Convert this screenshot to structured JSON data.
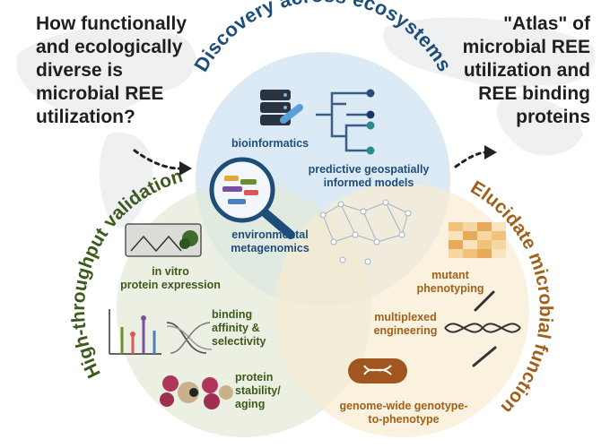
{
  "question": [
    "How functionally",
    "and ecologically",
    "diverse is",
    "microbial REE",
    "utilization?"
  ],
  "atlas": [
    "\"Atlas\" of",
    "microbial REE",
    "utilization and",
    "REE binding",
    "proteins"
  ],
  "circles": {
    "discovery": {
      "title": "Discovery across ecosystems",
      "color": "#1f4d7a",
      "fill": "#d6e6f5",
      "labels": {
        "bioinformatics": "bioinformatics",
        "predictive": [
          "predictive geospatially",
          "informed  models"
        ],
        "environmental": [
          "environmental",
          "metagenomics"
        ]
      }
    },
    "validation": {
      "title": "High-throughput validation",
      "color": "#3d5a1c",
      "fill": "#e2ead7",
      "labels": {
        "invitro": [
          "in vitro",
          "protein expression"
        ],
        "binding": [
          "binding",
          "affinity &",
          "selectivity"
        ],
        "stability": [
          "protein",
          "stability/",
          "aging"
        ]
      }
    },
    "function": {
      "title": "Elucidate microbial function",
      "color": "#a0611c",
      "fill": "#f8ebd2",
      "labels": {
        "mutant": [
          "mutant",
          "phenotyping"
        ],
        "multiplexed": [
          "multiplexed",
          "engineering"
        ],
        "genome": [
          "genome-wide genotype-",
          "to-phenotype"
        ]
      }
    }
  },
  "icons": {
    "database": "database-icon",
    "tree": "phylogenetic-tree-icon",
    "magnifier": "magnifier-icon",
    "network": "network-map-icon",
    "plate": "well-plate-icon",
    "chromatogram": "chromatogram-icon",
    "curve": "binding-curve-icon",
    "proteins": "protein-icon",
    "heatmap": "heatmap-icon",
    "dna": "dna-helix-icon",
    "cell": "bacterium-icon",
    "pipette": "pipette-icon"
  }
}
